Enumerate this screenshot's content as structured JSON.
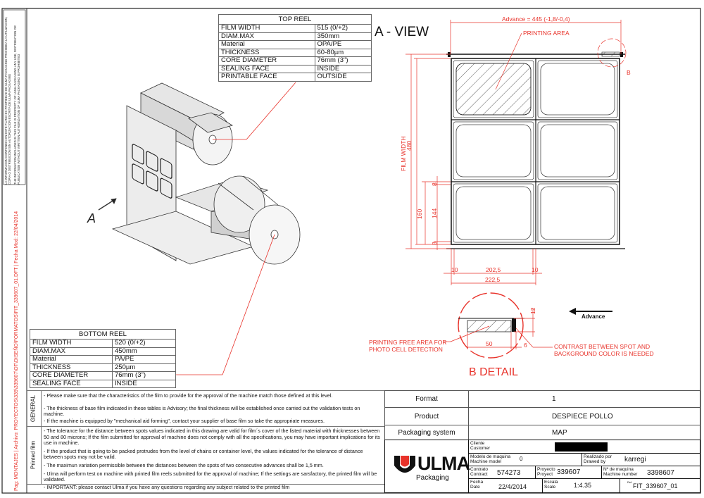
{
  "side_strip": {
    "legal_es": "LA INFORMACION CONTENIDA EN ESTE PLANO ES PROPIEDAD DE ULMA PACKAGING PROHIBIDA LA UTILIZACION, COPIA O DISTRIBUCION SIN AUTORIZACION ESCRITA DE ULMA PACKAGING",
    "legal_en": "THE INFORMATION INCLUDED IN THIS FILE IS PROPERTY OF ULMA PACKAGING ANY USE, DISTRIBUTION OR PUBLICATION WITHOUT WRITTEN AUTHORIZATION OF ULMA PACKAGING IS PROHIBITED",
    "file_path": "Pag: MONTAJES | Archivo: PROYECTOS\\339\\339607\\OT\\DISEÑO\\FORMATOS\\FIT_339607_01.DFT | Fecha Mod: 22/04/2014"
  },
  "top_reel": {
    "title": "TOP REEL",
    "rows": [
      {
        "label": "FILM WIDTH",
        "value": "515 (0/+2)"
      },
      {
        "label": "DIAM.MAX",
        "value": "350mm"
      },
      {
        "label": "Material",
        "value": "OPA/PE"
      },
      {
        "label": "THICKNESS",
        "value": "60-80µm"
      },
      {
        "label": "CORE DIAMETER",
        "value": "76mm (3\")"
      },
      {
        "label": "SEALING FACE",
        "value": "INSIDE"
      },
      {
        "label": "PRINTABLE FACE",
        "value": "OUTSIDE"
      }
    ]
  },
  "bottom_reel": {
    "title": "BOTTOM REEL",
    "rows": [
      {
        "label": "FILM WIDTH",
        "value": "520 (0/+2)"
      },
      {
        "label": "DIAM.MAX",
        "value": "450mm"
      },
      {
        "label": "Material",
        "value": "PA/PE"
      },
      {
        "label": "THICKNESS",
        "value": "250µm"
      },
      {
        "label": "CORE DIAMETER",
        "value": "76mm (3\")"
      },
      {
        "label": "SEALING FACE",
        "value": "INSIDE"
      }
    ]
  },
  "iso_view": {
    "arrow_label": "A"
  },
  "a_view": {
    "title": "A - VIEW",
    "advance": "Advance = 445  (-1,8/-0,4)",
    "printing_area": "PRINTING AREA",
    "detail_marker": "B",
    "film_width_label": "FILM WIDTH",
    "film_width_value": "480",
    "dim_160": "160",
    "dim_144": "144",
    "dim_8_top": "8",
    "dim_8_bottom": "8",
    "dim_10_left": "10",
    "dim_202": "202,5",
    "dim_10_right": "10",
    "dim_222": "222,5"
  },
  "b_detail": {
    "title": "B DETAIL",
    "free_area": "PRINTING FREE AREA FOR\nPHOTO CELL DETECTION",
    "contrast": "CONTRAST BETWEEN SPOT AND\nBACKGROUND COLOR IS NEEDED",
    "dim_50": "50",
    "dim_6": "6",
    "dim_12": "12",
    "advance_label": "Advance"
  },
  "notes": {
    "general_label": "GENERAL",
    "general": [
      "- Please make sure that the characteristics of the film to provide for the approval of the machine match those defined at this level.",
      "- The thickness of base film indicated in these tables is Advisory; the final thickness will be established once carried out the validation tests on machine.",
      "- If the machine is equipped by \"mechanical aid forming\", contact your supplier of base film so take the appropriate measures."
    ],
    "printed_label": "Printed film",
    "printed": [
      "- The tolerance for the distance between spots values indicated in this drawing are valid for film´s cover of the listed material with thicknesses between 50 and 80 microns; If the film submitted for approval of machine does not comply with all the specifications, you may have important implications for its use in machine.",
      "- If the product that is going to be packed protrudes from the level of chains or container level, the values indicated for the tolerance of distance between spots may not be valid.",
      "- The maximun variation permissible between the distances between the spots of two consecutive advances shall be 1,5 mm.",
      "- Ulma will perform test on machine with printed film reels submitted for the approval of machine; If the settings are sarsfactory, the printed film will be validated."
    ],
    "important": "- IMPORTANT: please contact Ulma if you have any questions regarding any subject related to the printed film"
  },
  "title_block": {
    "format_label": "Format",
    "format_value": "1",
    "product_label": "Product",
    "product_value": "DESPIECE POLLO",
    "packaging_label": "Packaging system",
    "packaging_value": "MAP",
    "logo_text": "ULMA",
    "logo_sub": "Packaging",
    "brand_color": "#e8322a",
    "customer_label": "Cliente\nCustomer",
    "machine_model_label": "Modelo de maquina\nMachine model",
    "machine_model_value": "0",
    "drawn_by_label": "Realizado por\nDrawed by",
    "drawn_by_value": "karregi",
    "contract_label": "Contrato\nContract",
    "contract_value": "574273",
    "project_label": "Proyecto\nProyect",
    "project_value": "339607",
    "machine_number_label": "Nº de maquina\nMachine number",
    "machine_number_value": "3398607",
    "date_label": "Fecha\nDate",
    "date_value": "22/4/2014",
    "scale_label": "Escala\nScale",
    "scale_value": "1:4.35",
    "ref_label": "Ref.",
    "ref_value": "FIT_339607_01"
  }
}
